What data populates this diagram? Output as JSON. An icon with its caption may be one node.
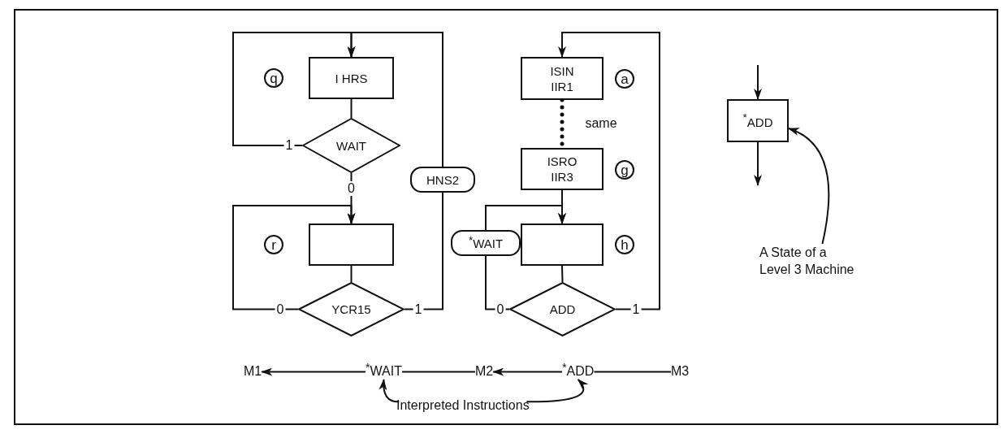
{
  "diagram": {
    "nodes": [
      {
        "text": [
          "I HRS"
        ],
        "beside": [
          "q"
        ]
      },
      {
        "text": [
          "WAIT"
        ]
      },
      {
        "text": [],
        "shape": "box",
        "beside": [
          "r"
        ]
      },
      {
        "text": [
          "YCR15"
        ]
      },
      {
        "text": [
          "HNS2"
        ]
      },
      {
        "text": [
          "ISIN IIR1"
        ],
        "beside": [
          "a"
        ]
      },
      {
        "text": [
          "ISRO IIR3"
        ],
        "beside": [
          "g"
        ]
      },
      {
        "text": [],
        "shape": "box",
        "beside": [
          "h"
        ]
      },
      {
        "text": [
          "$^{*}$WAIT"
        ]
      },
      {
        "text": [
          "ADD"
        ]
      },
      {
        "text": [
          "$^{*}$$_{ADD}$"
        ]
      },
      {
        "text": [
          "A State of a Level 3 Machine"
        ]
      },
      {
        "text": [
          "M1"
        ]
      },
      {
        "text": [
          "$^{*}$WAIT"
        ]
      },
      {
        "text": [
          "M2"
        ]
      },
      {
        "text": [
          "$^{*}$ADD"
        ]
      },
      {
        "text": [
          "M3"
        ]
      },
      {
        "text": [
          "Interpreted Instructions"
        ]
      }
    ],
    "edges": [
      {
        "from": 0,
        "to": 1,
        "arrow": "none"
      },
      {
        "from": 1,
        "to": 0,
        "arrow": "to",
        "label": "1"
      },
      {
        "from": 1,
        "to": 2,
        "arrow": "to",
        "label": "0"
      },
      {
        "from": 2,
        "to": 3,
        "arrow": "none"
      },
      {
        "from": 3,
        "to": 2,
        "arrow": "to",
        "label": "0"
      },
      {
        "from": 3,
        "to": 4,
        "arrow": "none",
        "label": "1"
      },
      {
        "from": 4,
        "to": 0,
        "arrow": "to"
      },
      {
        "from": 5,
        "to": 6,
        "arrow": "none",
        "label": "same",
        "style": "dashed"
      },
      {
        "from": 6,
        "to": 7,
        "arrow": "to"
      },
      {
        "from": 7,
        "to": 9,
        "arrow": "none"
      },
      {
        "from": 9,
        "to": 8,
        "arrow": "none",
        "label": "0"
      },
      {
        "from": 8,
        "to": 7,
        "arrow": "to"
      },
      {
        "from": 9,
        "to": 5,
        "arrow": "to",
        "label": "1"
      },
      {
        "from": null,
        "to": 10,
        "arrow": "to"
      },
      {
        "from": 10,
        "to": null,
        "arrow": "to"
      },
      {
        "from": 11,
        "to": 10,
        "arrow": "to"
      },
      {
        "from": 13,
        "to": 12,
        "arrow": "to"
      },
      {
        "from": 14,
        "to": 13,
        "arrow": "none"
      },
      {
        "from": 15,
        "to": 14,
        "arrow": "to"
      },
      {
        "from": 16,
        "to": 15,
        "arrow": "none"
      },
      {
        "from": 17,
        "to": 13,
        "arrow": "to"
      },
      {
        "from": 17,
        "to": 15,
        "arrow": "to"
      }
    ]
  }
}
